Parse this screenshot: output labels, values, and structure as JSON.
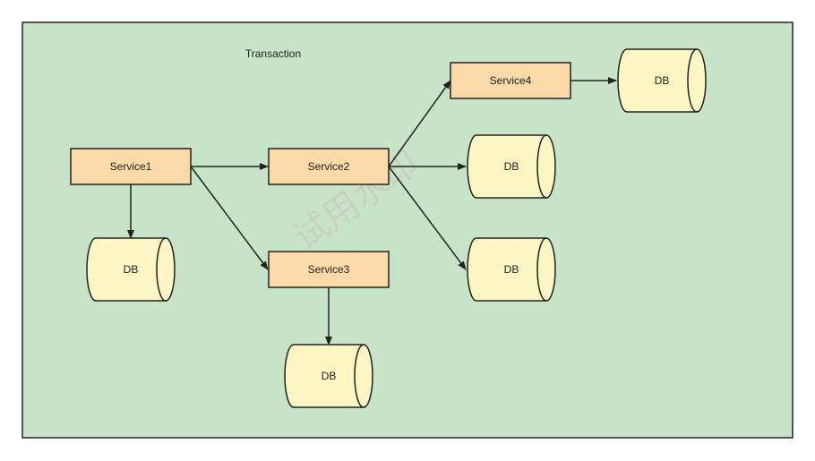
{
  "diagram": {
    "container_label": "Transaction",
    "watermark": "试用水印",
    "colors": {
      "container_fill": "#c8e4c8",
      "service_fill": "#fcd9a8",
      "db_fill": "#fcf6c4",
      "stroke": "#222222"
    },
    "nodes": [
      {
        "id": "service1",
        "kind": "service",
        "label": "Service1"
      },
      {
        "id": "service2",
        "kind": "service",
        "label": "Service2"
      },
      {
        "id": "service3",
        "kind": "service",
        "label": "Service3"
      },
      {
        "id": "service4",
        "kind": "service",
        "label": "Service4"
      },
      {
        "id": "db1",
        "kind": "db",
        "label": "DB"
      },
      {
        "id": "db3",
        "kind": "db",
        "label": "DB"
      },
      {
        "id": "db2a",
        "kind": "db",
        "label": "DB"
      },
      {
        "id": "db2b",
        "kind": "db",
        "label": "DB"
      },
      {
        "id": "db4",
        "kind": "db",
        "label": "DB"
      }
    ],
    "edges": [
      {
        "from": "service1",
        "to": "service2"
      },
      {
        "from": "service1",
        "to": "service3"
      },
      {
        "from": "service1",
        "to": "db1"
      },
      {
        "from": "service2",
        "to": "service4"
      },
      {
        "from": "service2",
        "to": "db2a"
      },
      {
        "from": "service2",
        "to": "db2b"
      },
      {
        "from": "service3",
        "to": "db3"
      },
      {
        "from": "service4",
        "to": "db4"
      }
    ]
  }
}
